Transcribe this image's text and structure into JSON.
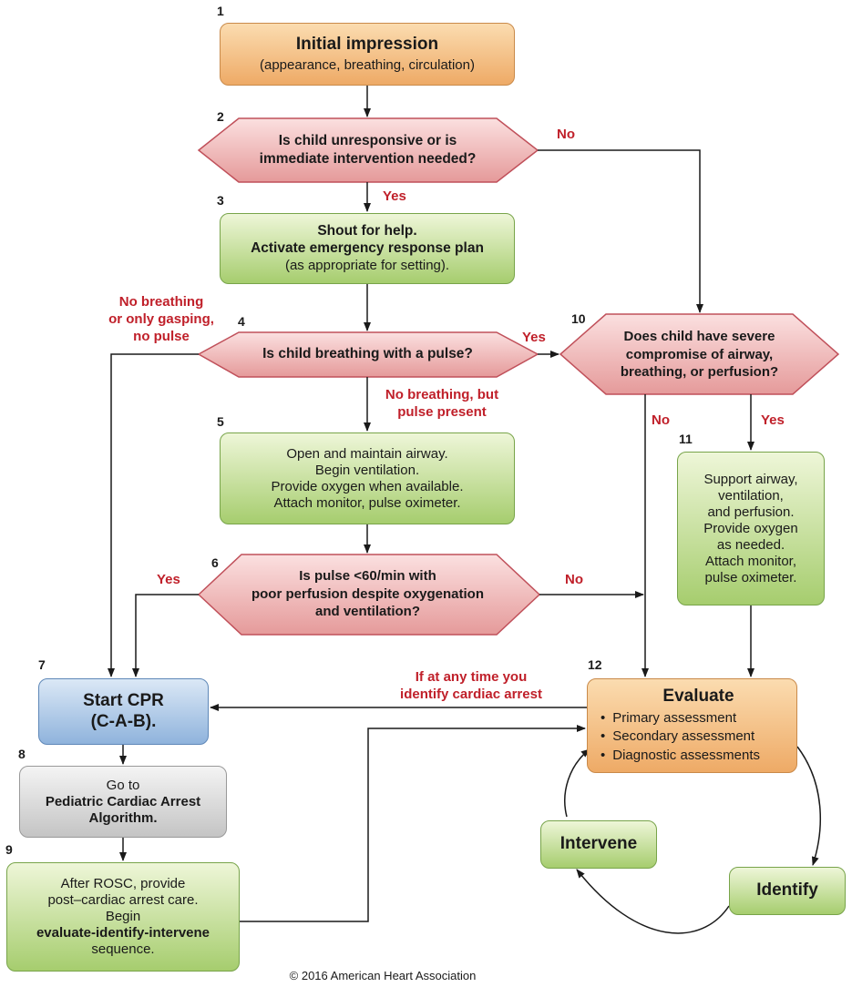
{
  "steps": {
    "s1": {
      "num": "1",
      "title": "Initial impression",
      "sub": "(appearance, breathing, circulation)"
    },
    "s2": {
      "num": "2",
      "line1": "Is child unresponsive or is",
      "line2": "immediate intervention needed?"
    },
    "s3": {
      "num": "3",
      "line1": "Shout for help.",
      "line2": "Activate emergency response plan",
      "line3": "(as appropriate for setting)."
    },
    "s4": {
      "num": "4",
      "text": "Is child breathing with a pulse?"
    },
    "s5": {
      "num": "5",
      "line1": "Open and maintain airway.",
      "line2": "Begin ventilation.",
      "line3": "Provide oxygen when available.",
      "line4": "Attach monitor, pulse oximeter."
    },
    "s6": {
      "num": "6",
      "line1": "Is pulse <60/min with",
      "line2": "poor perfusion despite oxygenation",
      "line3": "and ventilation?"
    },
    "s7": {
      "num": "7",
      "line1": "Start CPR",
      "line2": "(C-A-B)."
    },
    "s8": {
      "num": "8",
      "line1": "Go to",
      "line2": "Pediatric Cardiac Arrest",
      "line3": "Algorithm."
    },
    "s9": {
      "num": "9",
      "line1": "After ROSC, provide",
      "line2": "post–cardiac arrest care.",
      "line3": "Begin",
      "line4": "evaluate-identify-intervene",
      "line5": "sequence."
    },
    "s10": {
      "num": "10",
      "line1": "Does child have severe",
      "line2": "compromise of airway,",
      "line3": "breathing, or perfusion?"
    },
    "s11": {
      "num": "11",
      "line1": "Support airway,",
      "line2": "ventilation,",
      "line3": "and perfusion.",
      "line4": "Provide oxygen",
      "line5": "as needed.",
      "line6": "Attach monitor,",
      "line7": "pulse oximeter."
    },
    "s12": {
      "num": "12",
      "title": "Evaluate",
      "items": [
        "Primary assessment",
        "Secondary assessment",
        "Diagnostic assessments"
      ]
    },
    "intervene": "Intervene",
    "identify": "Identify"
  },
  "labels": {
    "no_2": "No",
    "yes_2": "Yes",
    "no_breathing_1": "No breathing",
    "no_breathing_2": "or only gasping,",
    "no_breathing_3": "no pulse",
    "yes_4": "Yes",
    "pulse_present_1": "No breathing, but",
    "pulse_present_2": "pulse present",
    "no_10": "No",
    "yes_10": "Yes",
    "yes_6": "Yes",
    "no_6": "No",
    "arrest_1": "If at any time you",
    "arrest_2": "identify cardiac arrest"
  },
  "copyright": "© 2016 American Heart Association",
  "colors": {
    "arrow": "#1a1a1a",
    "label_red": "#c0202a",
    "diamond_fill": "#eeb0b0",
    "diamond_stroke": "#c0505a"
  }
}
